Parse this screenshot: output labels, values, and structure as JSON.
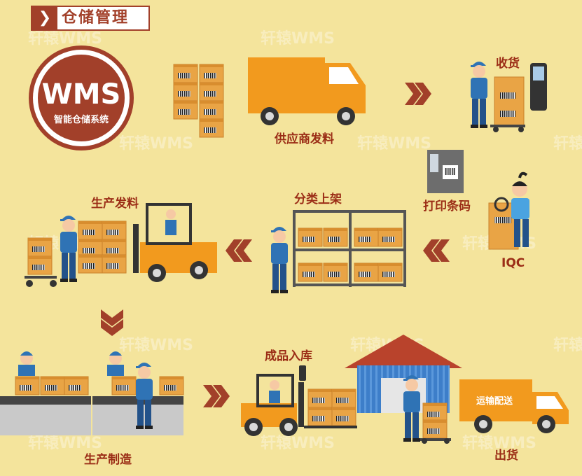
{
  "header": {
    "title": "仓储管理",
    "arrow": "❯"
  },
  "logo": {
    "main": "WMS",
    "sub": "智能仓储系统"
  },
  "watermark": "轩辕WMS",
  "steps": {
    "supplier": "供应商发料",
    "receiving": "收货",
    "print_barcode": "打印条码",
    "iqc": "IQC",
    "shelving": "分类上架",
    "production_issue": "生产发料",
    "production": "生产制造",
    "finished_storage": "成品入库",
    "shipping": "出货"
  },
  "truck_label": "运输配送",
  "colors": {
    "background": "#f4e49c",
    "accent": "#a2402a",
    "orange": "#f29a1e",
    "box": "#e9a445",
    "worker": "#2f73b5",
    "watermark": "#ffffff"
  },
  "icons": {
    "flow_right": "double-chevron-right-icon",
    "flow_left": "double-chevron-left-icon",
    "flow_down": "double-chevron-down-icon"
  }
}
